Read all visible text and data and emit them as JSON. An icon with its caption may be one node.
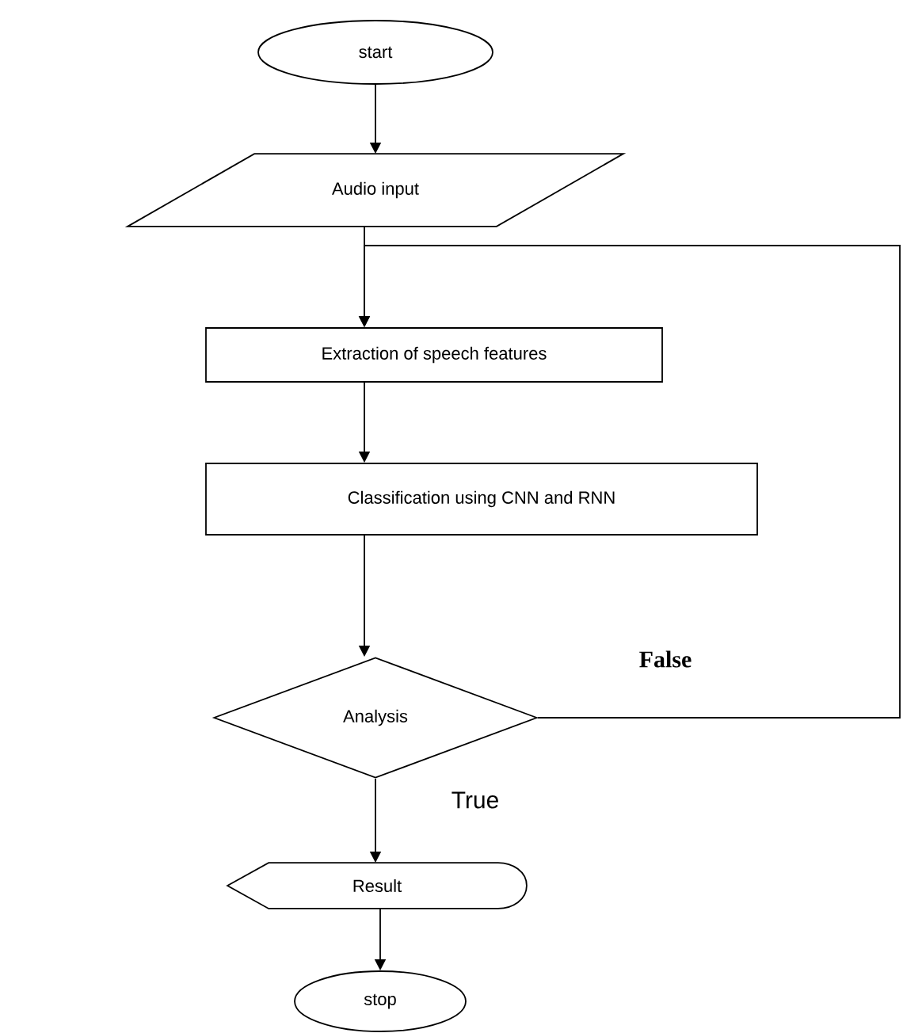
{
  "diagram": {
    "nodes": [
      {
        "text": [
          "start"
        ]
      },
      {
        "text": [
          "Audio input"
        ]
      },
      {
        "text": [
          "Extraction of speech features"
        ]
      },
      {
        "text": [
          "Classification using CNN and RNN"
        ]
      },
      {
        "text": [
          "Analysis"
        ]
      },
      {
        "text": [
          "Result"
        ]
      },
      {
        "text": [
          "stop"
        ]
      }
    ],
    "edges": [
      {
        "from": 0,
        "to": 1,
        "arrow": "to"
      },
      {
        "from": 1,
        "to": 2,
        "arrow": "to"
      },
      {
        "from": 2,
        "to": 3,
        "arrow": "to"
      },
      {
        "from": 3,
        "to": 4,
        "arrow": "to"
      },
      {
        "from": 4,
        "to": 2,
        "arrow": "to",
        "label": "False"
      },
      {
        "from": 4,
        "to": 5,
        "arrow": "to",
        "label": "True"
      },
      {
        "from": 5,
        "to": 6,
        "arrow": "to"
      }
    ]
  }
}
